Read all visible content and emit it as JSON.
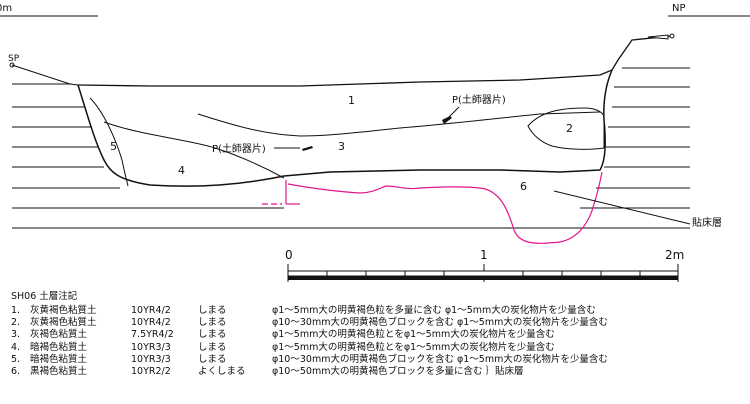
{
  "section": {
    "top_left_label": "0m",
    "top_right_label": "NP",
    "left_point_label": "SP",
    "right_side_label": "貼床層",
    "layer_numbers": [
      "1",
      "2",
      "3",
      "4",
      "5",
      "6"
    ],
    "find_labels": [
      "P(土師器片)",
      "P(土師器片)"
    ]
  },
  "scale": {
    "tick_labels": [
      "0",
      "1",
      "2m"
    ]
  },
  "legend": {
    "title": "SH06 土層注記",
    "rows": [
      {
        "no": "1.",
        "name": "灰黄褐色粘質土",
        "color": "10YR4/2",
        "firmness": "しまる",
        "desc": "φ1～5mm大の明黄褐色粒を多量に含む φ1～5mm大の炭化物片を少量含む"
      },
      {
        "no": "2.",
        "name": "灰黄褐色粘質土",
        "color": "10YR4/2",
        "firmness": "しまる",
        "desc": "φ10～30mm大の明黄褐色ブロックを含む φ1～5mm大の炭化物片を少量含む"
      },
      {
        "no": "3.",
        "name": "灰褐色粘質土",
        "color": "7.5YR4/2",
        "firmness": "しまる",
        "desc": "φ1～5mm大の明黄褐色粒とをφ1～5mm大の炭化物片を少量含む"
      },
      {
        "no": "4.",
        "name": "暗褐色粘質土",
        "color": "10YR3/3",
        "firmness": "しまる",
        "desc": "φ1～5mm大の明黄褐色粒とをφ1～5mm大の炭化物片を少量含む"
      },
      {
        "no": "5.",
        "name": "暗褐色粘質土",
        "color": "10YR3/3",
        "firmness": "しまる",
        "desc": "φ10～30mm大の明黄褐色ブロックを含む φ1～5mm大の炭化物片を少量含む"
      },
      {
        "no": "6.",
        "name": "黒褐色粘質土",
        "color": "10YR2/2",
        "firmness": "よくしまる",
        "desc": "φ10～50mm大の明黄褐色ブロックを多量に含む ｝貼床層"
      }
    ]
  }
}
